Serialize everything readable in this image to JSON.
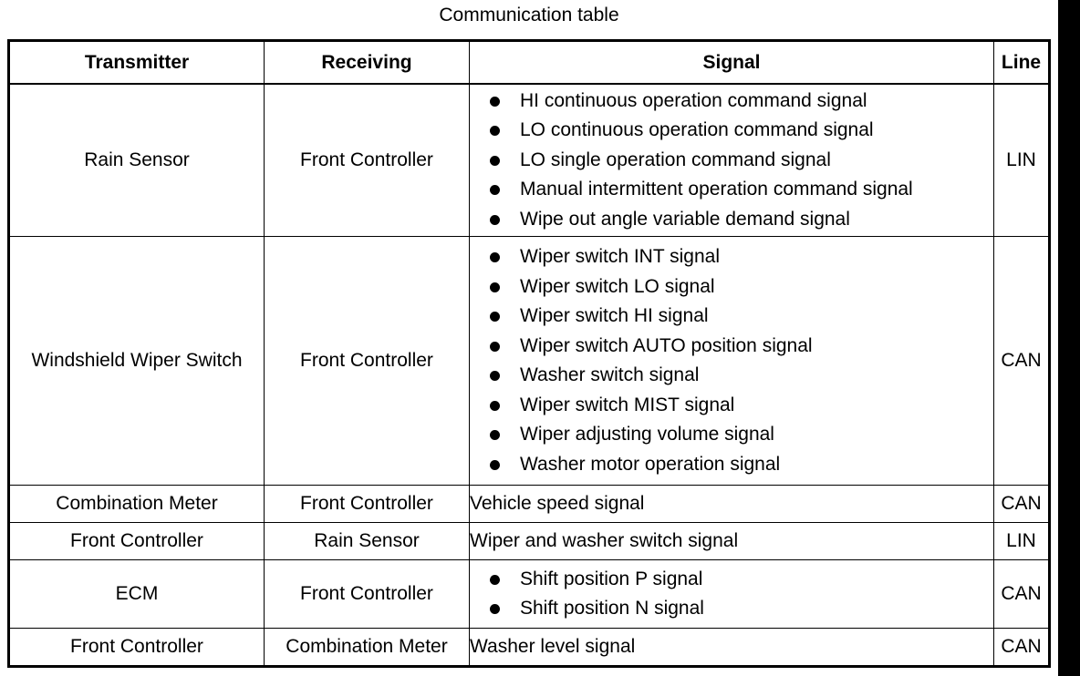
{
  "title": "Communication table",
  "headers": {
    "transmitter": "Transmitter",
    "receiving": "Receiving",
    "signal": "Signal",
    "line": "Line"
  },
  "rows": [
    {
      "transmitter": "Rain Sensor",
      "receiving": "Front Controller",
      "signals": [
        "HI continuous operation command signal",
        "LO continuous operation command signal",
        "LO single operation command signal",
        "Manual intermittent operation command signal",
        "Wipe out angle variable demand signal"
      ],
      "line": "LIN"
    },
    {
      "transmitter": "Windshield Wiper Switch",
      "receiving": "Front Controller",
      "signals": [
        "Wiper switch INT signal",
        "Wiper switch LO signal",
        "Wiper switch HI signal",
        "Wiper switch AUTO position signal",
        "Washer switch signal",
        "Wiper switch MIST signal",
        "Wiper adjusting volume signal",
        "Washer motor operation signal"
      ],
      "line": "CAN"
    },
    {
      "transmitter": "Combination Meter",
      "receiving": "Front Controller",
      "signal": "Vehicle speed signal",
      "line": "CAN"
    },
    {
      "transmitter": "Front Controller",
      "receiving": "Rain Sensor",
      "signal": "Wiper and washer switch signal",
      "line": "LIN"
    },
    {
      "transmitter": "ECM",
      "receiving": "Front Controller",
      "signals": [
        "Shift position P signal",
        "Shift position N signal"
      ],
      "line": "CAN"
    },
    {
      "transmitter": "Front Controller",
      "receiving": "Combination Meter",
      "signal": "Washer level signal",
      "line": "CAN"
    }
  ]
}
